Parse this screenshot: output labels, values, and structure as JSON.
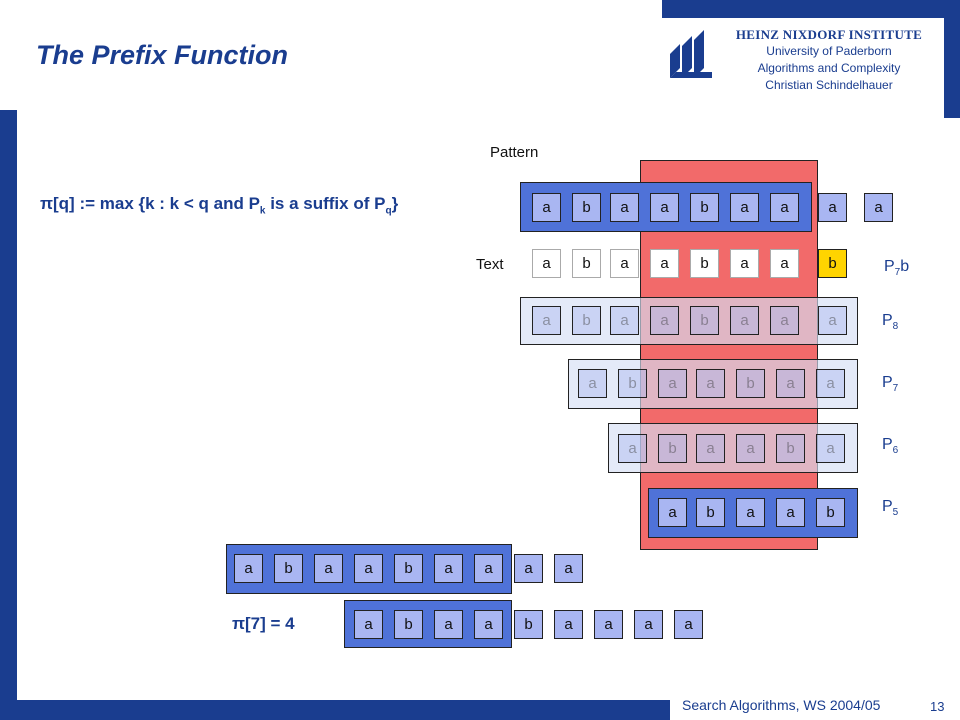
{
  "header": {
    "title": "The Prefix Function",
    "institute": {
      "name": "HEINZ NIXDORF INSTITUTE",
      "university": "University of Paderborn",
      "department": "Algorithms and Complexity",
      "author": "Christian Schindelhauer"
    }
  },
  "footer": {
    "course": "Search Algorithms, WS 2004/05",
    "page": "13"
  },
  "definition": {
    "prefix": "π[q]  := max {k : k < q and P",
    "sub1": "k",
    "middle": " is a suffix of P",
    "sub2": "q",
    "suffix": "}"
  },
  "result": "π[7] = 4",
  "labels": {
    "pattern": "Pattern",
    "text": "Text",
    "p7b": {
      "base": "P",
      "sub": "7",
      "tail": "b"
    },
    "p8": {
      "base": "P",
      "sub": "8"
    },
    "p7": {
      "base": "P",
      "sub": "7"
    },
    "p6": {
      "base": "P",
      "sub": "6"
    },
    "p5": {
      "base": "P",
      "sub": "5"
    }
  },
  "rows": {
    "pattern": [
      "a",
      "b",
      "a",
      "a",
      "b",
      "a",
      "a",
      "a",
      "a"
    ],
    "text": [
      "a",
      "b",
      "a",
      "a",
      "b",
      "a",
      "a",
      "b"
    ],
    "p8": [
      "a",
      "b",
      "a",
      "a",
      "b",
      "a",
      "a",
      "a"
    ],
    "p7": [
      "a",
      "b",
      "a",
      "a",
      "b",
      "a",
      "a"
    ],
    "p6": [
      "a",
      "b",
      "a",
      "a",
      "b",
      "a"
    ],
    "p5": [
      "a",
      "b",
      "a",
      "a",
      "b"
    ],
    "bottom_pattern": [
      "a",
      "b",
      "a",
      "a",
      "b",
      "a",
      "a",
      "a",
      "a"
    ],
    "bottom_shift": [
      "a",
      "b",
      "a",
      "a",
      "b",
      "a",
      "a",
      "a",
      "a"
    ]
  },
  "colors": {
    "accent": "#1a3d8f",
    "frame": "#4f72d8",
    "cell": "#a9b6f2",
    "highlight": "#f26a6a",
    "mismatch": "#ffd400"
  }
}
